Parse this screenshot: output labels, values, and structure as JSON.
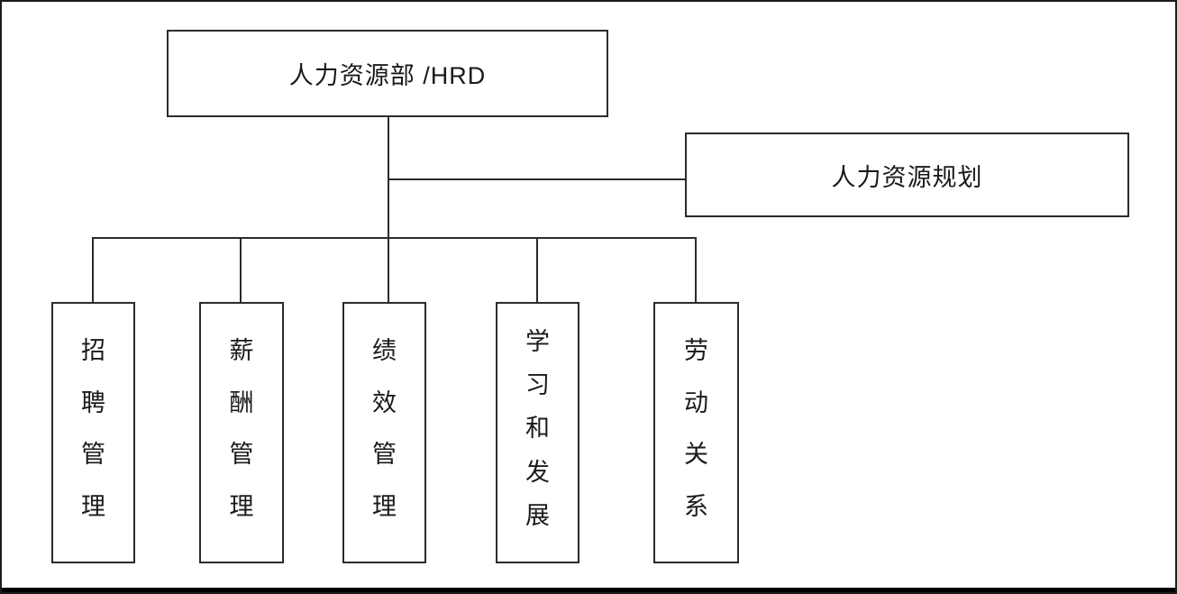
{
  "diagram": {
    "type": "org-chart",
    "root": {
      "label": "人力资源部 /HRD"
    },
    "staff": {
      "label": "人力资源规划"
    },
    "children": [
      {
        "label": "招聘管理"
      },
      {
        "label": "薪酬管理"
      },
      {
        "label": "绩效管理"
      },
      {
        "label": "学习和发展"
      },
      {
        "label": "劳动关系"
      }
    ],
    "colors": {
      "line": "#2b2b2b",
      "background": "#ffffff",
      "text": "#1a1a1a"
    }
  }
}
